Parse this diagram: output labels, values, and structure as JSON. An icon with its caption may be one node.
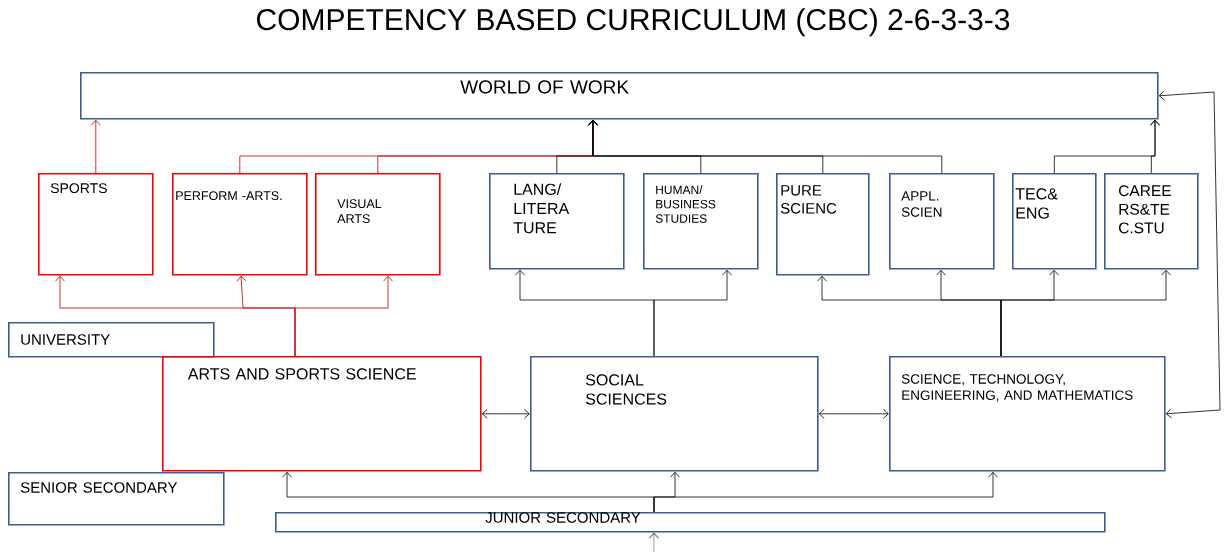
{
  "diagram": {
    "title": "COMPETENCY BASED CURRICULUM (CBC) 2-6-3-3-3",
    "nodes": [
      {
        "text": [
          "WORLD OF WORK"
        ]
      },
      {
        "text": [
          "SPORTS"
        ]
      },
      {
        "text": [
          "PERFORM -ARTS."
        ]
      },
      {
        "text": [
          "VISUAL ARTS"
        ]
      },
      {
        "text": [
          "LANG/ LITERA TURE"
        ]
      },
      {
        "text": [
          "HUMAN/ BUSINESS STUDIES"
        ]
      },
      {
        "text": [
          "PURE SCIENC"
        ]
      },
      {
        "text": [
          "APPL. SCIEN"
        ]
      },
      {
        "text": [
          "TEC& ENG"
        ]
      },
      {
        "text": [
          "CAREE RS&TE C.STU"
        ]
      },
      {
        "text": [
          "UNIVERSITY"
        ]
      },
      {
        "text": [
          "ARTS AND SPORTS SCIENCE"
        ]
      },
      {
        "text": [
          "SOCIAL SCIENCES"
        ]
      },
      {
        "text": [
          "SCIENCE, TECHNOLOGY, ENGINEERING, AND MATHEMATICS"
        ]
      },
      {
        "text": [
          "SENIOR SECONDARY"
        ]
      },
      {
        "text": [
          "JUNIOR SECONDARY"
        ]
      }
    ],
    "edges": [
      {
        "from": 1,
        "to": 0,
        "arrow": "to",
        "color": "#c00000"
      },
      {
        "from": 2,
        "to": 0,
        "arrow": "to",
        "color": "#c00000"
      },
      {
        "from": 3,
        "to": 0,
        "arrow": "to",
        "color": "#c00000"
      },
      {
        "from": 4,
        "to": 0,
        "arrow": "to"
      },
      {
        "from": 5,
        "to": 0,
        "arrow": "to"
      },
      {
        "from": 6,
        "to": 0,
        "arrow": "to"
      },
      {
        "from": 7,
        "to": 0,
        "arrow": "to"
      },
      {
        "from": 8,
        "to": 0,
        "arrow": "to"
      },
      {
        "from": 9,
        "to": 0,
        "arrow": "to"
      },
      {
        "from": 13,
        "to": 0,
        "arrow": "both"
      },
      {
        "from": 11,
        "to": 1,
        "arrow": "to",
        "color": "#c00000"
      },
      {
        "from": 11,
        "to": 2,
        "arrow": "to",
        "color": "#c00000"
      },
      {
        "from": 11,
        "to": 3,
        "arrow": "to",
        "color": "#c00000"
      },
      {
        "from": 12,
        "to": 4,
        "arrow": "to"
      },
      {
        "from": 12,
        "to": 5,
        "arrow": "to"
      },
      {
        "from": 13,
        "to": 6,
        "arrow": "to"
      },
      {
        "from": 13,
        "to": 7,
        "arrow": "to"
      },
      {
        "from": 13,
        "to": 8,
        "arrow": "to"
      },
      {
        "from": 13,
        "to": 9,
        "arrow": "to"
      },
      {
        "from": 11,
        "to": 12,
        "arrow": "both"
      },
      {
        "from": 12,
        "to": 13,
        "arrow": "both"
      },
      {
        "from": 15,
        "to": 11,
        "arrow": "to"
      },
      {
        "from": 15,
        "to": 12,
        "arrow": "to"
      },
      {
        "from": 15,
        "to": 13,
        "arrow": "to"
      },
      {
        "from": null,
        "to": 15,
        "arrow": "to"
      }
    ]
  }
}
